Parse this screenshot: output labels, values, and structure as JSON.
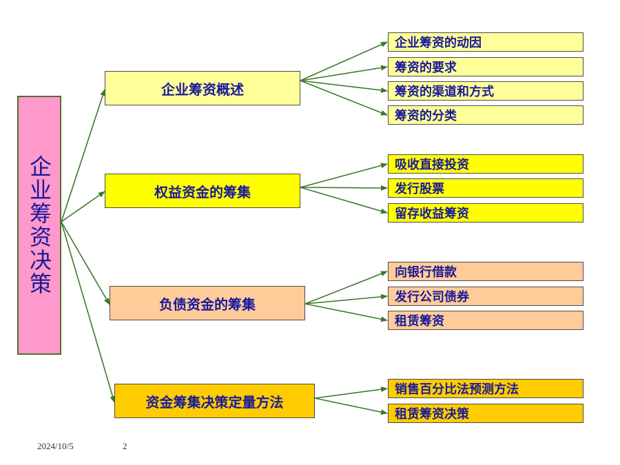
{
  "colors": {
    "root_fill": "#ff99cc",
    "group1_fill": "#ffff99",
    "group2_fill": "#ffff00",
    "group3_fill": "#ffcc99",
    "group4_fill": "#ffcc00",
    "arrow": "#3a7a2a",
    "text": "#1a1a99"
  },
  "root": {
    "label": "企业筹资决策"
  },
  "groups": [
    {
      "label": "企业筹资概述",
      "items": [
        "企业筹资的动因",
        "筹资的要求",
        "筹资的渠道和方式",
        "筹资的分类"
      ]
    },
    {
      "label": "权益资金的筹集",
      "items": [
        "吸收直接投资",
        "发行股票",
        "留存收益筹资"
      ]
    },
    {
      "label": "负债资金的筹集",
      "items": [
        "向银行借款",
        "发行公司债券",
        "租赁筹资"
      ]
    },
    {
      "label": "资金筹集决策定量方法",
      "items": [
        "销售百分比法预测方法",
        "租赁筹资决策"
      ]
    }
  ],
  "footer": {
    "date": "2024/10/5",
    "page": "2"
  }
}
